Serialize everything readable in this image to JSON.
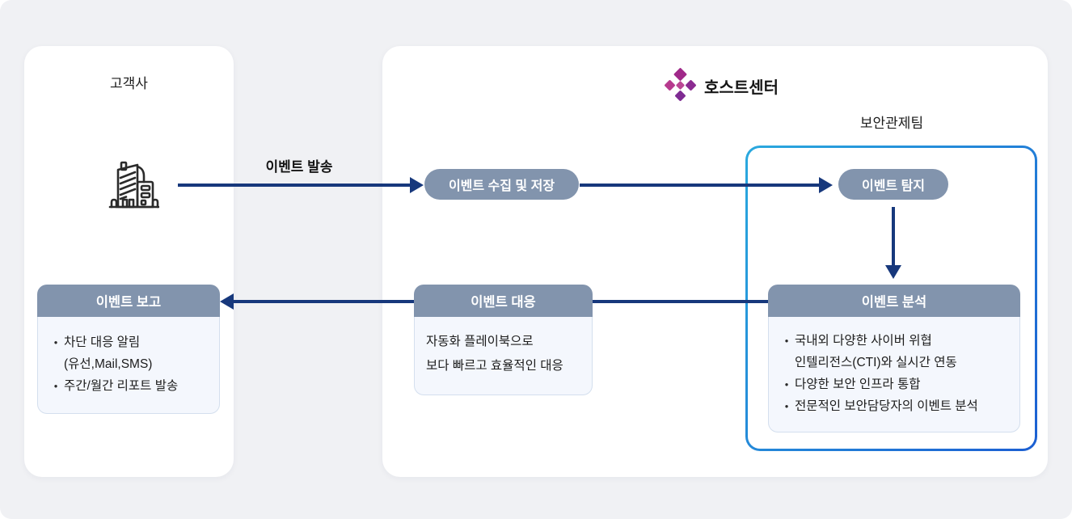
{
  "colors": {
    "navy_arrow": "#17387c",
    "slate_header": "#8294ad",
    "box_body_bg": "#f4f7fd",
    "box_body_border": "#d4dfee",
    "team_border_gradient_start": "#2aa9de",
    "team_border_gradient_end": "#1c5fd2",
    "page_bg": "#f0f1f4",
    "card_bg": "#ffffff",
    "logo_magenta": "#b73a8e",
    "logo_purple": "#7e2b92",
    "logo_mid": "#a02989"
  },
  "customer_card": {
    "title": "고객사",
    "icon": "building-icon"
  },
  "flow": {
    "send_label": "이벤트 발송"
  },
  "host_card": {
    "title": "호스트센터",
    "logo_icon": "hostcenter-logo-icon",
    "team_label": "보안관제팀",
    "collect_pill": "이벤트 수집 및 저장",
    "detect_pill": "이벤트 탐지"
  },
  "analysis_box": {
    "header": "이벤트 분석",
    "items": [
      {
        "line1": "국내외 다양한 사이버 위협",
        "line2": "인텔리전스(CTI)와 실시간 연동"
      },
      {
        "line1": "다양한 보안 인프라 통합"
      },
      {
        "line1": "전문적인 보안담당자의 이벤트 분석"
      }
    ]
  },
  "response_box": {
    "header": "이벤트 대응",
    "line1": "자동화 플레이북으로",
    "line2": "보다 빠르고 효율적인 대응"
  },
  "report_box": {
    "header": "이벤트 보고",
    "items": [
      {
        "line1": "차단 대응 알림",
        "line2": "(유선,Mail,SMS)"
      },
      {
        "line1": "주간/월간 리포트 발송"
      }
    ]
  }
}
